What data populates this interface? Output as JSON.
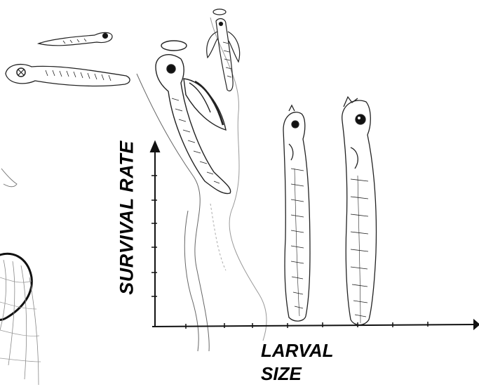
{
  "labels": {
    "y_axis": "SURVIVAL RATE",
    "x_axis_line1": "LARVAL",
    "x_axis_line2": "SIZE"
  }
}
